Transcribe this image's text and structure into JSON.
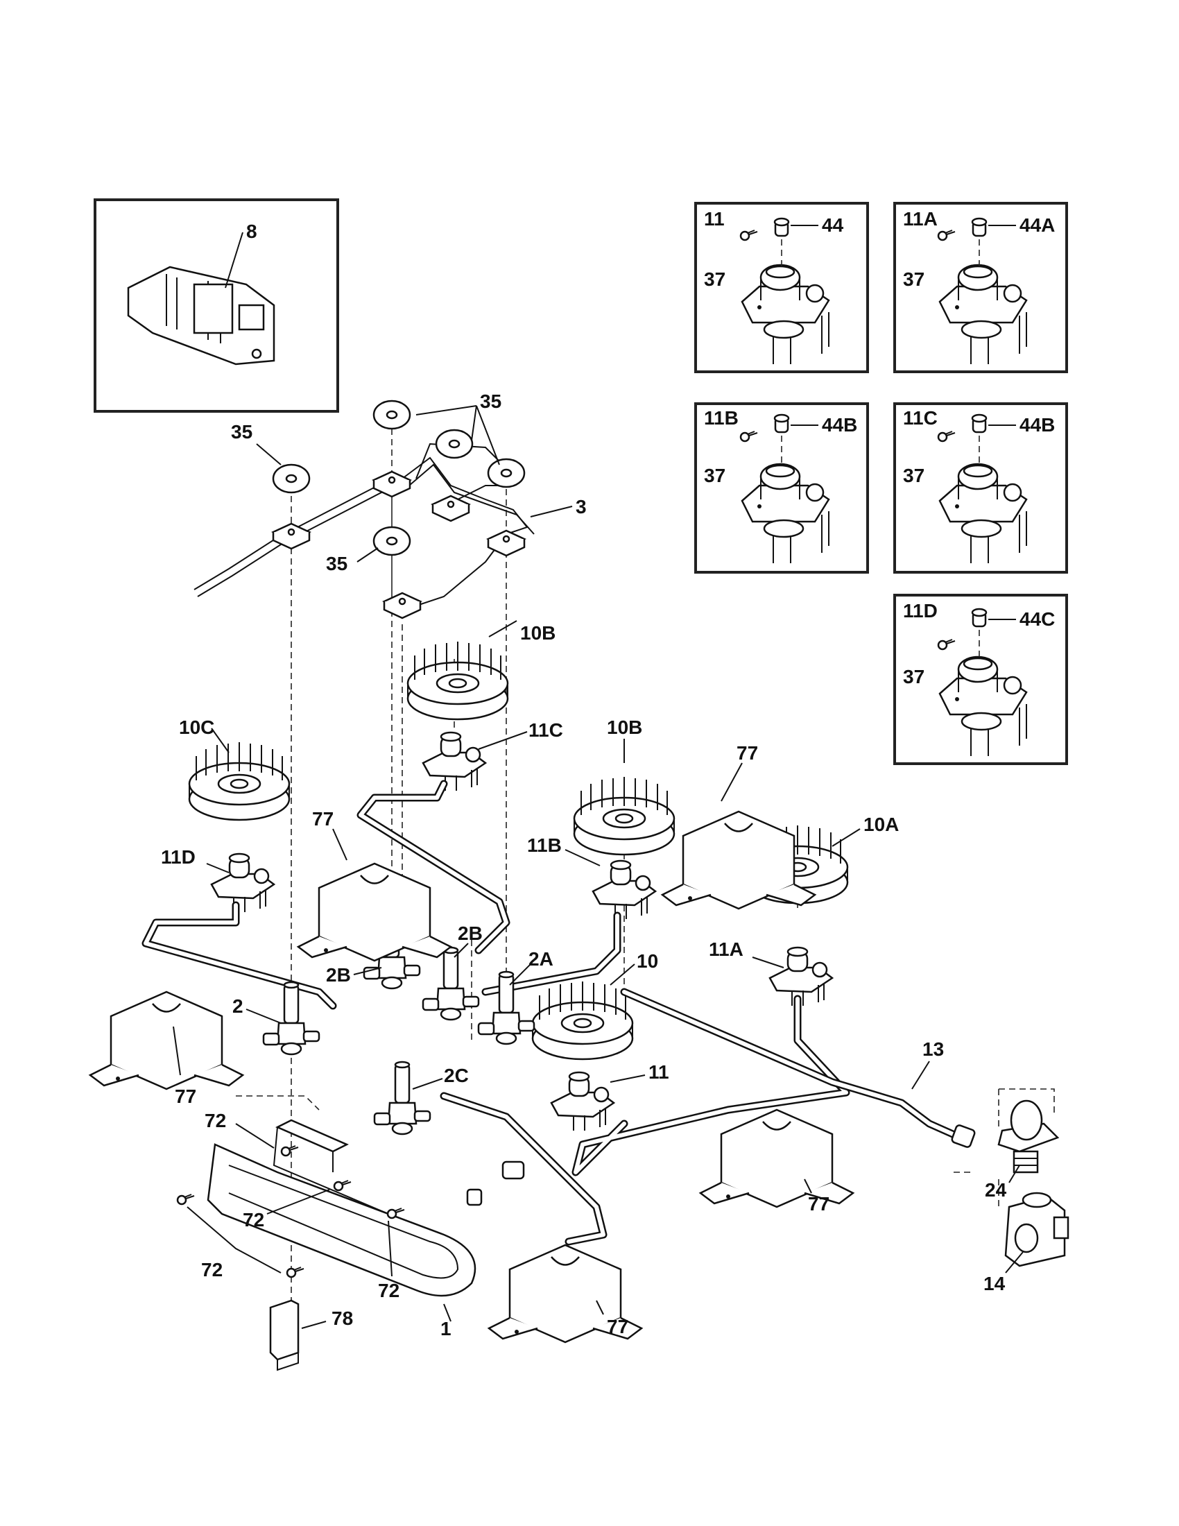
{
  "labels": {
    "l8": "8",
    "l35a": "35",
    "l35b": "35",
    "l35c": "35",
    "l3": "3",
    "l10b1": "10B",
    "l10b2": "10B",
    "l10c": "10C",
    "l11c": "11C",
    "l77a": "77",
    "l77b": "77",
    "l77c": "77",
    "l77d": "77",
    "l77e": "77",
    "l11d": "11D",
    "l11b": "11B",
    "l10a": "10A",
    "l2b1": "2B",
    "l2b2": "2B",
    "l2a": "2A",
    "l10": "10",
    "l11a": "11A",
    "l2": "2",
    "l2c": "2C",
    "l11": "11",
    "l13": "13",
    "l72a": "72",
    "l72b": "72",
    "l72c": "72",
    "l72d": "72",
    "l24": "24",
    "l14": "14",
    "l1": "1",
    "l78": "78"
  },
  "insets": {
    "i11": {
      "title": "11",
      "cap": "44",
      "screw": "37"
    },
    "i11a": {
      "title": "11A",
      "cap": "44A",
      "screw": "37"
    },
    "i11b": {
      "title": "11B",
      "cap": "44B",
      "screw": "37"
    },
    "i11c": {
      "title": "11C",
      "cap": "44B",
      "screw": "37"
    },
    "i11d": {
      "title": "11D",
      "cap": "44C",
      "screw": "37"
    }
  }
}
